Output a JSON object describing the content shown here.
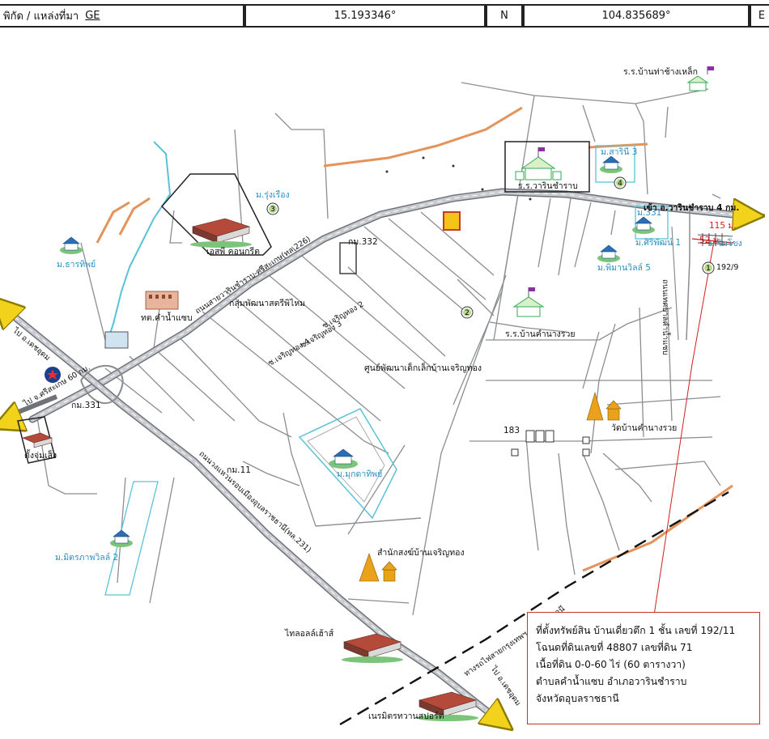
{
  "header": {
    "coord_label": "พิกัด / แหล่งที่มา",
    "source": "GE",
    "latitude": "15.193346°",
    "lat_dir": "N",
    "longitude": "104.835689°",
    "lon_dir": "E"
  },
  "labels": {
    "school_ban_tha_chang_lek": "ร.ร.บ้านท่าช้างเหล็ก",
    "school_warin_chamrap": "ร.ร.วารินชำราบ",
    "village_sarin_3": "ม.สารินี 3",
    "village_331": "ม.331",
    "village_siriphat_1": "ม.ศิริพัฒน์ 1",
    "village_phiman_5": "ม.พิมานวิลล์ 5",
    "village_rung_rueang": "ม.รุ่งเรือง",
    "village_rung_rueang_2": "ม.ริมโขง",
    "to_warin_4km": "เข้า อ.วารินชำราบ 4 กม.",
    "dist_115": "115 ม.",
    "dist_52": "52 ม.",
    "house_192_9": "192/9",
    "road_side_vertical": "ถนนเทศบาลคำน้ำแซบ",
    "village_sri_thep": "ม.ธารทิพย์",
    "lotus_label": "เอสพี คอนกรีต",
    "km_332": "กม.332",
    "health_center": "กลุ่มพัฒนาสตรีพิไหม",
    "tambon_office": "ทต.คำน้ำแซบ",
    "main_road": "ถนนสายวารินชำราบ-ศรีสะเกษ(ทล.226)",
    "soi_charoen_2": "ซ.เจริญทอง 2",
    "soi_charoen_3": "ซ.เจริญทอง 3",
    "soi_charoen_4": "ซ.เจริญทอง 4",
    "school_ban_kham_nang_rai": "ร.ร.บ้านคำนางรวย",
    "child_center": "ศูนย์พัฒนาเด็กเล็กบ้านเจริญทอง",
    "to_det_udom": "ไป อ.เดชอุดม",
    "to_sisaket": "ไป จ.ศรีสะเกษ 60 กม.",
    "km_331": "กม.331",
    "kung_chum": "ตั้งจุ่มเส็ง",
    "km_11": "กม.11",
    "highway_lower": "ถนนวงแหวนรอบเมืองอุบลราชธานี(ทล.231)",
    "village_mook_city": "ม.มุกดาทิพย์",
    "num_183": "183",
    "temple_kham_nang_rai": "วัดบ้านคำนางรวย",
    "village_mitrparn_2": "ม.มิตรภาพวิลล์ 2",
    "temple_charoen_thong": "สำนักสงฆ์บ้านเจริญทอง",
    "railway": "ทางรถไฟสายกรุงเทพฯ-อุบลราชธานี",
    "home_pro_label": "ไทลอลล์เฮ้าส์",
    "to_det_udom_2": "ไป อ.เดชอุดม",
    "sport_center": "เนรมิตรทวานสปอร์ต"
  },
  "markers": [
    "1",
    "2",
    "3",
    "4"
  ],
  "info_box": {
    "line1": "ที่ตั้งทรัพย์สิน บ้านเดี่ยวตึก 1 ชั้น เลขที่ 192/11",
    "line2": "โฉนดที่ดินเลขที่ 48807   เลขที่ดิน 71",
    "line3": "เนื้อที่ดิน 0-0-60 ไร่  (60 ตารางวา)",
    "line4": "ตำบลคำน้ำแซบ  อำเภอวารินชำราบ",
    "line5": "จังหวัดอุบลราชธานี"
  },
  "colors": {
    "road": "#bfc3c8",
    "road_edge": "#6f7378",
    "orange_road": "#e4935a",
    "water": "#5ac2d8",
    "village_text": "#2a8fc4",
    "railway": "#111111",
    "target_line": "#d21f1f"
  }
}
